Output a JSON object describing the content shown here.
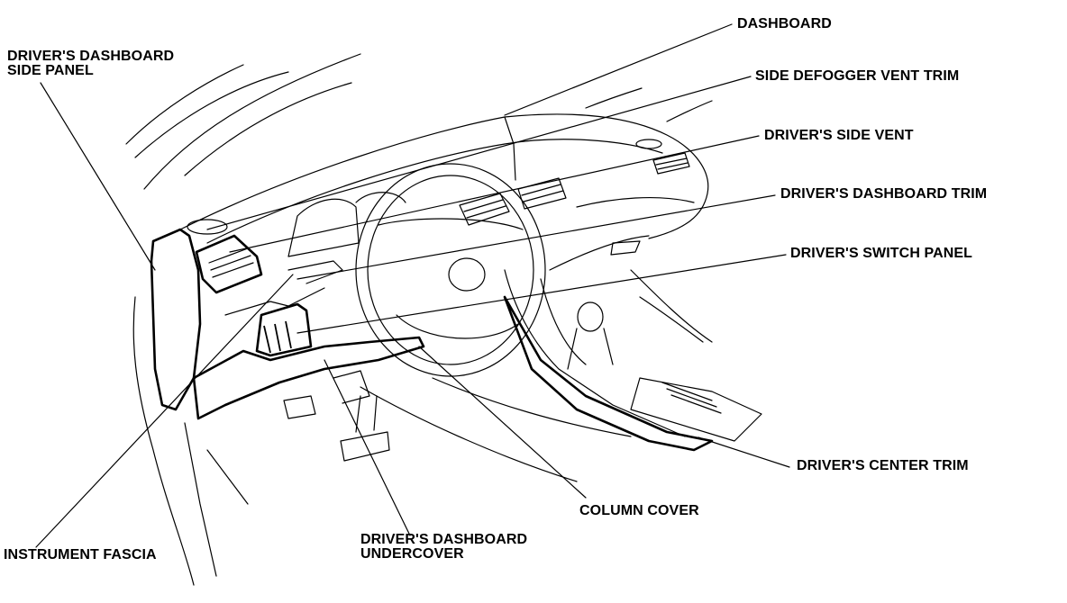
{
  "labels": {
    "dashboard": "DASHBOARD",
    "side_defogger_vent_trim": "SIDE DEFOGGER VENT TRIM",
    "drivers_side_vent": "DRIVER'S SIDE VENT",
    "drivers_dashboard_trim": "DRIVER'S DASHBOARD TRIM",
    "drivers_switch_panel": "DRIVER'S SWITCH PANEL",
    "drivers_center_trim": "DRIVER'S CENTER TRIM",
    "column_cover": "COLUMN COVER",
    "drivers_dashboard_undercover_line1": "DRIVER'S DASHBOARD",
    "drivers_dashboard_undercover_line2": "UNDERCOVER",
    "instrument_fascia": "INSTRUMENT FASCIA",
    "drivers_dashboard_side_panel_line1": "DRIVER'S DASHBOARD",
    "drivers_dashboard_side_panel_line2": "SIDE PANEL"
  }
}
